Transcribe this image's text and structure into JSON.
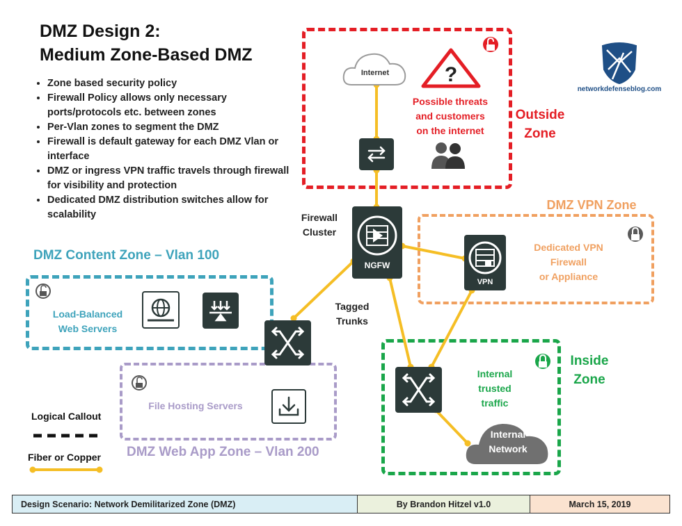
{
  "title": {
    "line1": "DMZ Design 2:",
    "line2": "Medium Zone-Based DMZ"
  },
  "bullets": [
    "Zone based security policy",
    "Firewall Policy allows only necessary ports/protocols etc. between zones",
    "Per-Vlan zones to segment the DMZ",
    "Firewall is default gateway for each DMZ Vlan or interface",
    "DMZ or ingress VPN traffic travels through firewall for visibility and protection",
    "Dedicated DMZ distribution switches allow for scalability"
  ],
  "logo": {
    "text": "networkdefenseblog.com"
  },
  "outside_zone": {
    "label_line1": "Outside",
    "label_line2": "Zone",
    "internet": "Internet",
    "threats_line1": "Possible threats",
    "threats_line2": "and customers",
    "threats_line3": "on the internet",
    "color": "#e41e25"
  },
  "firewall": {
    "label_line1": "Firewall",
    "label_line2": "Cluster",
    "device_text": "NGFW"
  },
  "vpn_zone": {
    "label": "DMZ VPN Zone",
    "desc_line1": "Dedicated VPN",
    "desc_line2": "Firewall",
    "desc_line3": "or Appliance",
    "device_text": "VPN",
    "color": "#f0a060"
  },
  "content_zone": {
    "label": "DMZ Content Zone – Vlan 100",
    "desc_line1": "Load-Balanced",
    "desc_line2": "Web Servers",
    "color": "#3ea3bb"
  },
  "webapp_zone": {
    "label": "DMZ Web App Zone – Vlan 200",
    "desc": "File Hosting Servers",
    "color": "#a99bc8"
  },
  "trunks": {
    "line1": "Tagged",
    "line2": "Trunks"
  },
  "inside_zone": {
    "label_line1": "Inside",
    "label_line2": "Zone",
    "desc_line1": "Internal",
    "desc_line2": "trusted",
    "desc_line3": "traffic",
    "network_line1": "Internal",
    "network_line2": "Network",
    "color": "#1aa64a"
  },
  "legend": {
    "logical": "Logical Callout",
    "fiber": "Fiber or Copper",
    "link_color": "#f5be25"
  },
  "footer": {
    "scenario": "Design Scenario: Network Demilitarized Zone (DMZ)",
    "author": "By Brandon Hitzel v1.0",
    "date": "March 15, 2019"
  }
}
